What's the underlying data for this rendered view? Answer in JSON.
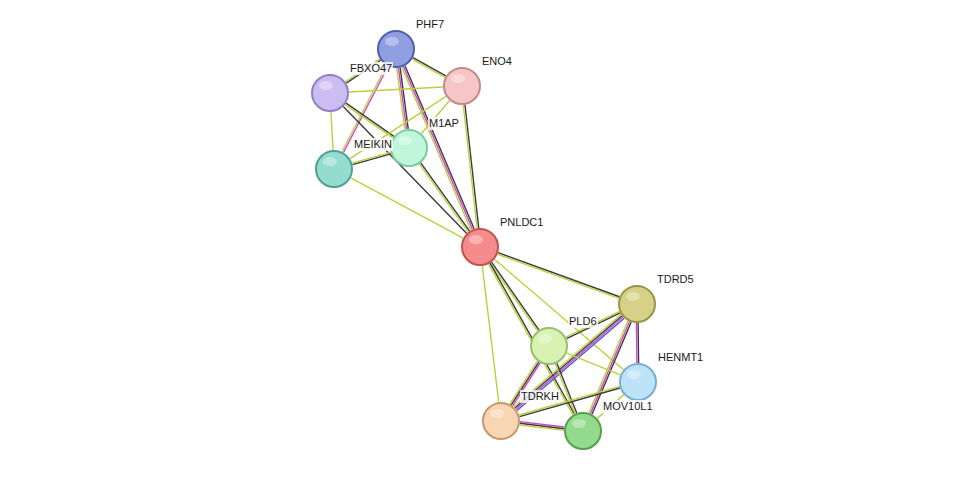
{
  "diagram": {
    "nodes": [
      {
        "text": [
          "PHF7"
        ]
      },
      {
        "text": [
          "FBXO47"
        ]
      },
      {
        "text": [
          "ENO4"
        ]
      },
      {
        "text": [
          "M1AP"
        ]
      },
      {
        "text": [
          "MEIKIN"
        ]
      },
      {
        "text": [
          "PNLDC1"
        ]
      },
      {
        "text": [
          "TDRD5"
        ]
      },
      {
        "text": [
          "PLD6"
        ]
      },
      {
        "text": [
          "HENMT1"
        ]
      },
      {
        "text": [
          "TDRKH"
        ]
      },
      {
        "text": [
          "MOV10L1"
        ]
      }
    ],
    "edges": [
      {
        "from": 0,
        "to": 1,
        "arrow": "none"
      },
      {
        "from": 0,
        "to": 2,
        "arrow": "none"
      },
      {
        "from": 0,
        "to": 3,
        "arrow": "none"
      },
      {
        "from": 0,
        "to": 4,
        "arrow": "none"
      },
      {
        "from": 0,
        "to": 5,
        "arrow": "none"
      },
      {
        "from": 1,
        "to": 2,
        "arrow": "none"
      },
      {
        "from": 1,
        "to": 3,
        "arrow": "none"
      },
      {
        "from": 1,
        "to": 4,
        "arrow": "none"
      },
      {
        "from": 1,
        "to": 5,
        "arrow": "none"
      },
      {
        "from": 2,
        "to": 3,
        "arrow": "none"
      },
      {
        "from": 2,
        "to": 4,
        "arrow": "none"
      },
      {
        "from": 2,
        "to": 5,
        "arrow": "none"
      },
      {
        "from": 3,
        "to": 4,
        "arrow": "none"
      },
      {
        "from": 3,
        "to": 5,
        "arrow": "none"
      },
      {
        "from": 4,
        "to": 5,
        "arrow": "none"
      },
      {
        "from": 5,
        "to": 6,
        "arrow": "none"
      },
      {
        "from": 5,
        "to": 7,
        "arrow": "none"
      },
      {
        "from": 5,
        "to": 8,
        "arrow": "none"
      },
      {
        "from": 5,
        "to": 10,
        "arrow": "none"
      },
      {
        "from": 5,
        "to": 9,
        "arrow": "none"
      },
      {
        "from": 6,
        "to": 7,
        "arrow": "none"
      },
      {
        "from": 6,
        "to": 8,
        "arrow": "none"
      },
      {
        "from": 6,
        "to": 9,
        "arrow": "none"
      },
      {
        "from": 6,
        "to": 10,
        "arrow": "none"
      },
      {
        "from": 7,
        "to": 8,
        "arrow": "none"
      },
      {
        "from": 7,
        "to": 9,
        "arrow": "none"
      },
      {
        "from": 7,
        "to": 10,
        "arrow": "none"
      },
      {
        "from": 8,
        "to": 9,
        "arrow": "none"
      },
      {
        "from": 8,
        "to": 10,
        "arrow": "none"
      },
      {
        "from": 9,
        "to": 10,
        "arrow": "none"
      }
    ]
  }
}
